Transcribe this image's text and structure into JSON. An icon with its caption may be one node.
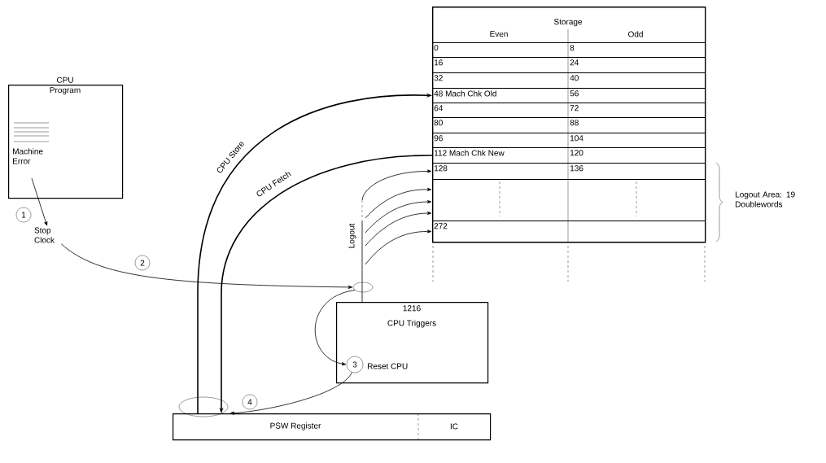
{
  "diagram": {
    "nodes": [
      {
        "text": [
          "CPU",
          "Program",
          "Machine Error"
        ]
      },
      {
        "text": [
          "Stop Clock"
        ]
      },
      {
        "text": [
          "Storage",
          "Even",
          "Odd"
        ]
      },
      {
        "text": [
          "0",
          "8"
        ],
        "in": 2
      },
      {
        "text": [
          "16",
          "24"
        ],
        "in": 2
      },
      {
        "text": [
          "32",
          "40"
        ],
        "in": 2
      },
      {
        "text": [
          "48 Mach Chk Old",
          "56"
        ],
        "in": 2
      },
      {
        "text": [
          "64",
          "72"
        ],
        "in": 2
      },
      {
        "text": [
          "80",
          "88"
        ],
        "in": 2
      },
      {
        "text": [
          "96",
          "104"
        ],
        "in": 2
      },
      {
        "text": [
          "112 Mach Chk New",
          "120"
        ],
        "in": 2
      },
      {
        "text": [
          "128",
          "136"
        ],
        "in": 2
      },
      {
        "text": [],
        "shape": "box",
        "in": 2
      },
      {
        "text": [
          "272"
        ],
        "in": 2
      },
      {
        "text": [],
        "shape": "ellipse"
      },
      {
        "text": [
          "1216",
          "CPU Triggers"
        ]
      },
      {
        "text": [
          "3"
        ],
        "beside": [
          "Reset CPU"
        ],
        "in": 15
      },
      {
        "text": [
          "PSW Register",
          "IC"
        ]
      },
      {
        "text": [
          "1"
        ]
      },
      {
        "text": [
          "2"
        ]
      },
      {
        "text": [
          "4"
        ]
      }
    ],
    "edges": [
      {
        "from": 0,
        "to": 1,
        "arrow": "to"
      },
      {
        "from": 1,
        "to": 14,
        "arrow": "to"
      },
      {
        "from": 14,
        "to": 16,
        "arrow": "to"
      },
      {
        "from": 16,
        "to": 17,
        "arrow": "to"
      },
      {
        "from": 17,
        "to": 6,
        "arrow": "to",
        "label": "CPU Store"
      },
      {
        "from": 10,
        "to": 17,
        "arrow": "to",
        "label": "CPU Fetch"
      },
      {
        "from": 15,
        "to": null,
        "arrow": "none",
        "label": "Logout"
      },
      {
        "from": null,
        "to": 11,
        "arrow": "to"
      },
      {
        "from": null,
        "to": 12,
        "arrow": "to"
      },
      {
        "from": null,
        "to": 12,
        "arrow": "to"
      },
      {
        "from": null,
        "to": 12,
        "arrow": "to"
      },
      {
        "from": null,
        "to": 13,
        "arrow": "to"
      }
    ],
    "labels": [
      "Logout Area: 19 Doublewords"
    ]
  }
}
